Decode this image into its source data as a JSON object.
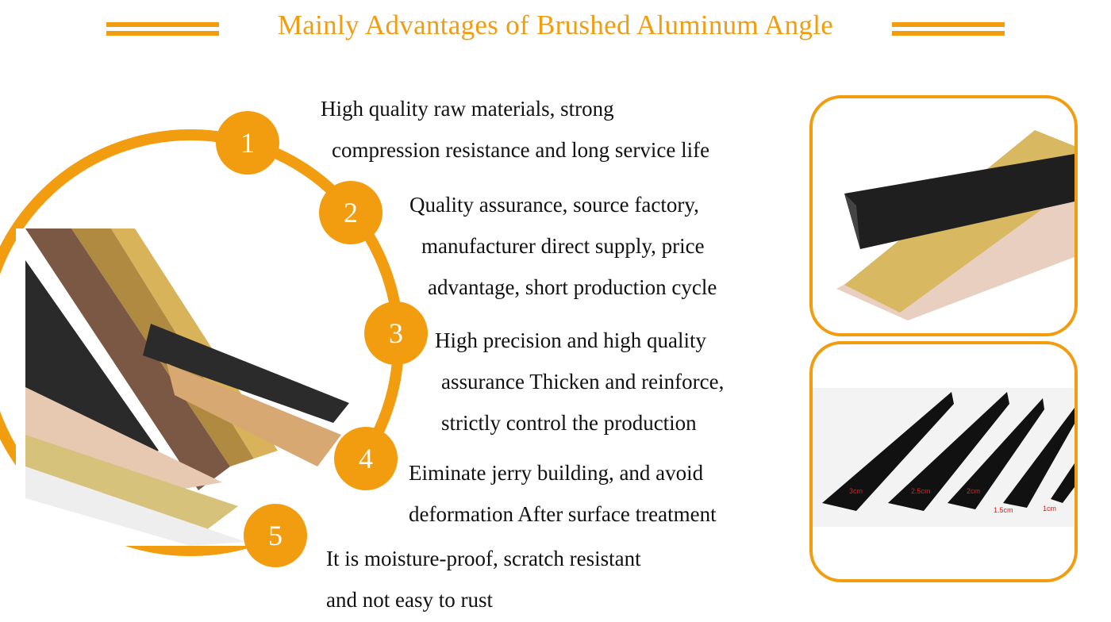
{
  "title": "Mainly Advantages of Brushed Aluminum Angle",
  "accent_color": "#f29c0f",
  "advantages": [
    {
      "number": "1",
      "lines": [
        "High quality raw materials, strong",
        "compression resistance and long service life"
      ]
    },
    {
      "number": "2",
      "lines": [
        "Quality assurance, source factory,",
        "manufacturer direct supply, price",
        "advantage, short production cycle"
      ]
    },
    {
      "number": "3",
      "lines": [
        "High precision and high quality",
        "assurance Thicken and reinforce,",
        "strictly control the production"
      ]
    },
    {
      "number": "4",
      "lines": [
        "Eiminate jerry building, and avoid",
        "deformation After surface treatment"
      ]
    },
    {
      "number": "5",
      "lines": [
        "It is moisture-proof, scratch resistant",
        "and not easy to rust"
      ]
    }
  ],
  "size_labels": [
    "3cm",
    "2.5cm",
    "2cm",
    "1.5cm",
    "1cm"
  ]
}
